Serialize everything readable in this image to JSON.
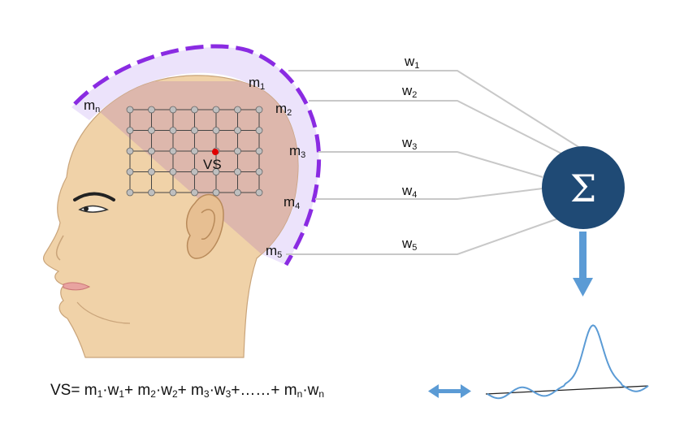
{
  "sensors": [
    {
      "base": "m",
      "sub": "1"
    },
    {
      "base": "m",
      "sub": "2"
    },
    {
      "base": "m",
      "sub": "3"
    },
    {
      "base": "m",
      "sub": "4"
    },
    {
      "base": "m",
      "sub": "5"
    },
    {
      "base": "m",
      "sub": "n"
    }
  ],
  "weights": [
    {
      "base": "w",
      "sub": "1"
    },
    {
      "base": "w",
      "sub": "2"
    },
    {
      "base": "w",
      "sub": "3"
    },
    {
      "base": "w",
      "sub": "4"
    },
    {
      "base": "w",
      "sub": "5"
    }
  ],
  "virtual_sensor_label": "VS",
  "sum_symbol": "Σ",
  "equation": {
    "lhs": "VS=",
    "terms": [
      {
        "m": "m",
        "m_sub": "1",
        "dot": "·",
        "w": "w",
        "w_sub": "1",
        "plus": "+"
      },
      {
        "m": "m",
        "m_sub": "2",
        "dot": "·",
        "w": "w",
        "w_sub": "2",
        "plus": "+"
      },
      {
        "m": "m",
        "m_sub": "3",
        "dot": "·",
        "w": "w",
        "w_sub": "3",
        "plus": "+……+"
      },
      {
        "m": "m",
        "m_sub": "n",
        "dot": "·",
        "w": "w",
        "w_sub": "n",
        "plus": ""
      }
    ]
  },
  "colors": {
    "helmet_dash": "#8a2be2",
    "helmet_fill": "#ece3fb",
    "scalp_region": "#d9b3ad",
    "skin": "#f0d2a8",
    "sum_node": "#1f4a75",
    "arrow": "#5b9bd5",
    "connector": "#c8c8c8",
    "signal": "#5b9bd5",
    "vs_dot": "#e00000"
  },
  "icons": [
    "head-profile-illustration",
    "sum-node",
    "down-arrow",
    "double-arrow",
    "signal-waveform"
  ]
}
